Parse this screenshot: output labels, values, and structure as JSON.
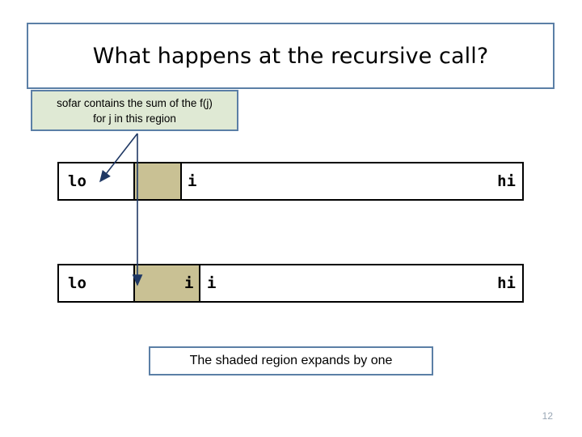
{
  "slide": {
    "title": "What happens at the recursive call?",
    "page_number": "12",
    "accent_border": "#5b7fa6",
    "shade_color": "#c9c194",
    "callout_fill": "#dfe9d4"
  },
  "callout": {
    "line1": "sofar contains the sum of the f(j)",
    "line2": "for j in this region"
  },
  "bars": [
    {
      "name": "array-bar-top",
      "labels": {
        "lo": "lo",
        "i": "i",
        "hi": "hi"
      }
    },
    {
      "name": "array-bar-bottom",
      "labels": {
        "lo": "lo",
        "i_left": "i",
        "i_right": "i",
        "hi": "hi"
      }
    }
  ],
  "caption": "The shaded region expands by one"
}
